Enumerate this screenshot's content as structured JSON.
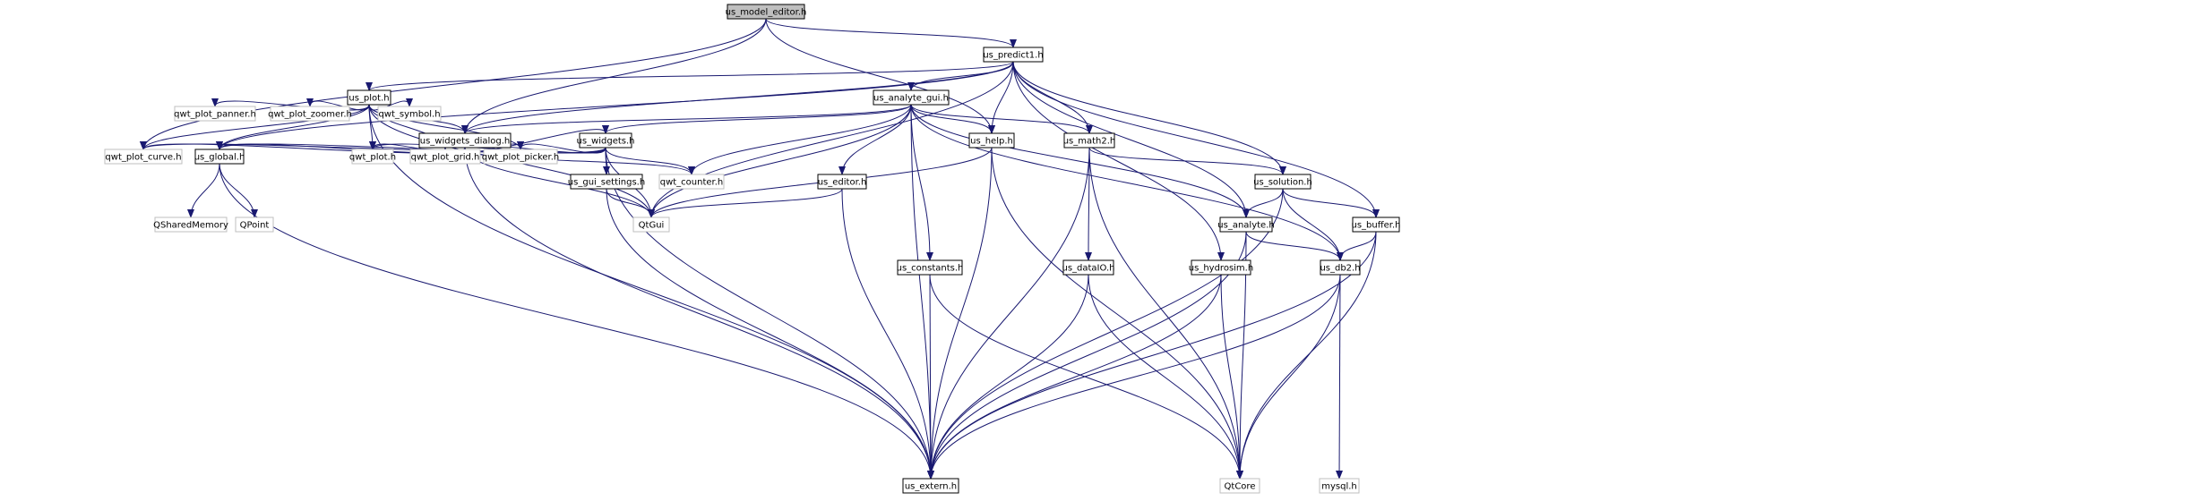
{
  "graph": {
    "colors": {
      "edge": "#191970",
      "node_border": "#000000",
      "node_fill": "#ffffff",
      "root_fill": "#bfbfbf",
      "external_border": "#bfbfbf",
      "external_text": "#7f7f7f"
    },
    "nodes": [
      {
        "id": "us_model_editor",
        "label": "us_model_editor.h",
        "kind": "root"
      },
      {
        "id": "us_predict1",
        "label": "us_predict1.h",
        "kind": "internal"
      },
      {
        "id": "us_plot",
        "label": "us_plot.h",
        "kind": "internal"
      },
      {
        "id": "us_analyte_gui",
        "label": "us_analyte_gui.h",
        "kind": "internal"
      },
      {
        "id": "qwt_plot_panner",
        "label": "qwt_plot_panner.h",
        "kind": "external"
      },
      {
        "id": "qwt_plot_zoomer",
        "label": "qwt_plot_zoomer.h",
        "kind": "external"
      },
      {
        "id": "qwt_symbol",
        "label": "qwt_symbol.h",
        "kind": "external"
      },
      {
        "id": "us_widgets_dialog",
        "label": "us_widgets_dialog.h",
        "kind": "internal"
      },
      {
        "id": "us_widgets",
        "label": "us_widgets.h",
        "kind": "internal"
      },
      {
        "id": "us_help",
        "label": "us_help.h",
        "kind": "internal"
      },
      {
        "id": "us_math2",
        "label": "us_math2.h",
        "kind": "internal"
      },
      {
        "id": "qwt_plot_curve",
        "label": "qwt_plot_curve.h",
        "kind": "external"
      },
      {
        "id": "us_global",
        "label": "us_global.h",
        "kind": "internal"
      },
      {
        "id": "qwt_plot",
        "label": "qwt_plot.h",
        "kind": "external"
      },
      {
        "id": "qwt_plot_grid",
        "label": "qwt_plot_grid.h",
        "kind": "external"
      },
      {
        "id": "qwt_plot_picker",
        "label": "qwt_plot_picker.h",
        "kind": "external"
      },
      {
        "id": "us_gui_settings",
        "label": "us_gui_settings.h",
        "kind": "internal"
      },
      {
        "id": "qwt_counter",
        "label": "qwt_counter.h",
        "kind": "external"
      },
      {
        "id": "us_editor",
        "label": "us_editor.h",
        "kind": "internal"
      },
      {
        "id": "us_solution",
        "label": "us_solution.h",
        "kind": "internal"
      },
      {
        "id": "QSharedMemory",
        "label": "QSharedMemory",
        "kind": "external"
      },
      {
        "id": "QPoint",
        "label": "QPoint",
        "kind": "external"
      },
      {
        "id": "QtGui",
        "label": "QtGui",
        "kind": "external"
      },
      {
        "id": "us_analyte",
        "label": "us_analyte.h",
        "kind": "internal"
      },
      {
        "id": "us_buffer",
        "label": "us_buffer.h",
        "kind": "internal"
      },
      {
        "id": "us_constants",
        "label": "us_constants.h",
        "kind": "internal"
      },
      {
        "id": "us_dataIO",
        "label": "us_dataIO.h",
        "kind": "internal"
      },
      {
        "id": "us_hydrosim",
        "label": "us_hydrosim.h",
        "kind": "internal"
      },
      {
        "id": "us_db2",
        "label": "us_db2.h",
        "kind": "internal"
      },
      {
        "id": "us_extern",
        "label": "us_extern.h",
        "kind": "internal"
      },
      {
        "id": "QtCore",
        "label": "QtCore",
        "kind": "external"
      },
      {
        "id": "mysql",
        "label": "mysql.h",
        "kind": "external"
      }
    ],
    "edges": [
      [
        "us_model_editor",
        "us_predict1"
      ],
      [
        "us_model_editor",
        "qwt_plot_curve"
      ],
      [
        "us_model_editor",
        "us_widgets_dialog"
      ],
      [
        "us_model_editor",
        "us_help"
      ],
      [
        "us_predict1",
        "us_plot"
      ],
      [
        "us_predict1",
        "us_analyte_gui"
      ],
      [
        "us_predict1",
        "us_widgets_dialog"
      ],
      [
        "us_predict1",
        "us_help"
      ],
      [
        "us_predict1",
        "us_math2"
      ],
      [
        "us_predict1",
        "us_solution"
      ],
      [
        "us_predict1",
        "us_analyte"
      ],
      [
        "us_predict1",
        "us_buffer"
      ],
      [
        "us_predict1",
        "us_hydrosim"
      ],
      [
        "us_predict1",
        "QtGui"
      ],
      [
        "us_predict1",
        "us_global"
      ],
      [
        "us_plot",
        "qwt_plot_panner"
      ],
      [
        "us_plot",
        "qwt_plot_zoomer"
      ],
      [
        "us_plot",
        "qwt_symbol"
      ],
      [
        "us_plot",
        "us_widgets_dialog"
      ],
      [
        "us_plot",
        "qwt_plot_curve"
      ],
      [
        "us_plot",
        "qwt_plot"
      ],
      [
        "us_plot",
        "qwt_plot_grid"
      ],
      [
        "us_plot",
        "qwt_plot_picker"
      ],
      [
        "us_plot",
        "QtGui"
      ],
      [
        "us_plot",
        "us_global"
      ],
      [
        "us_plot",
        "us_extern"
      ],
      [
        "us_analyte_gui",
        "us_widgets_dialog"
      ],
      [
        "us_analyte_gui",
        "us_widgets"
      ],
      [
        "us_analyte_gui",
        "us_help"
      ],
      [
        "us_analyte_gui",
        "us_math2"
      ],
      [
        "us_analyte_gui",
        "qwt_counter"
      ],
      [
        "us_analyte_gui",
        "us_editor"
      ],
      [
        "us_analyte_gui",
        "us_constants"
      ],
      [
        "us_analyte_gui",
        "us_analyte"
      ],
      [
        "us_analyte_gui",
        "us_db2"
      ],
      [
        "us_analyte_gui",
        "QtGui"
      ],
      [
        "us_analyte_gui",
        "us_extern"
      ],
      [
        "us_widgets_dialog",
        "us_widgets"
      ],
      [
        "us_widgets_dialog",
        "us_global"
      ],
      [
        "us_widgets_dialog",
        "qwt_plot_curve"
      ],
      [
        "us_widgets_dialog",
        "qwt_plot"
      ],
      [
        "us_widgets_dialog",
        "qwt_plot_grid"
      ],
      [
        "us_widgets_dialog",
        "qwt_plot_picker"
      ],
      [
        "us_widgets_dialog",
        "qwt_counter"
      ],
      [
        "us_widgets_dialog",
        "QtGui"
      ],
      [
        "us_widgets_dialog",
        "us_extern"
      ],
      [
        "us_widgets",
        "us_global"
      ],
      [
        "us_widgets",
        "qwt_plot_curve"
      ],
      [
        "us_widgets",
        "qwt_plot"
      ],
      [
        "us_widgets",
        "qwt_plot_grid"
      ],
      [
        "us_widgets",
        "qwt_plot_picker"
      ],
      [
        "us_widgets",
        "us_gui_settings"
      ],
      [
        "us_widgets",
        "qwt_counter"
      ],
      [
        "us_widgets",
        "QtGui"
      ],
      [
        "us_widgets",
        "us_extern"
      ],
      [
        "us_help",
        "QtGui"
      ],
      [
        "us_help",
        "us_extern"
      ],
      [
        "us_help",
        "QtCore"
      ],
      [
        "us_math2",
        "us_solution"
      ],
      [
        "us_math2",
        "us_dataIO"
      ],
      [
        "us_math2",
        "us_extern"
      ],
      [
        "us_math2",
        "QtCore"
      ],
      [
        "us_global",
        "QSharedMemory"
      ],
      [
        "us_global",
        "QPoint"
      ],
      [
        "us_global",
        "us_extern"
      ],
      [
        "us_gui_settings",
        "QtGui"
      ],
      [
        "us_gui_settings",
        "us_extern"
      ],
      [
        "us_editor",
        "QtGui"
      ],
      [
        "us_editor",
        "us_extern"
      ],
      [
        "us_solution",
        "us_analyte"
      ],
      [
        "us_solution",
        "us_buffer"
      ],
      [
        "us_solution",
        "us_db2"
      ],
      [
        "us_solution",
        "us_extern"
      ],
      [
        "us_analyte",
        "us_db2"
      ],
      [
        "us_analyte",
        "us_extern"
      ],
      [
        "us_analyte",
        "QtCore"
      ],
      [
        "us_buffer",
        "us_db2"
      ],
      [
        "us_buffer",
        "us_extern"
      ],
      [
        "us_buffer",
        "QtCore"
      ],
      [
        "us_constants",
        "us_extern"
      ],
      [
        "us_constants",
        "QtCore"
      ],
      [
        "us_dataIO",
        "us_extern"
      ],
      [
        "us_dataIO",
        "QtCore"
      ],
      [
        "us_hydrosim",
        "us_extern"
      ],
      [
        "us_hydrosim",
        "QtCore"
      ],
      [
        "us_db2",
        "us_extern"
      ],
      [
        "us_db2",
        "QtCore"
      ],
      [
        "us_db2",
        "mysql"
      ]
    ]
  }
}
